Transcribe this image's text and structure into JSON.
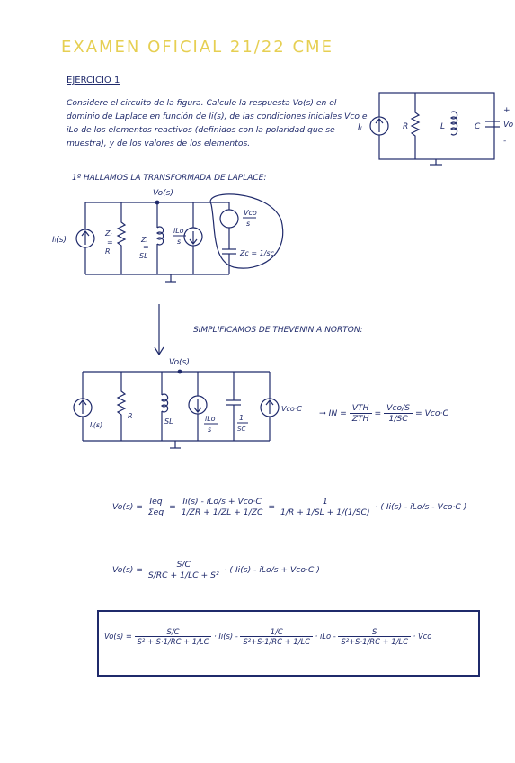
{
  "header": {
    "title": "EXAMEN OFICIAL 21/22 CME"
  },
  "exercise": {
    "heading": "EJERCICIO 1"
  },
  "problem": {
    "text": "Considere el circuito de la figura. Calcule la respuesta Vo(s) en el dominio de Laplace en función de Ii(s), de las condiciones iniciales Vco e iLo de los elementos reactivos (definidos con la polaridad que se muestra), y de los valores de los elementos."
  },
  "circuit1": {
    "source": "Iᵢ",
    "r": "R",
    "l": "L",
    "c": "C",
    "vo": "Vo",
    "plus": "+",
    "minus": "-"
  },
  "step1": {
    "label": "1º HALLAMOS LA TRANSFORMADA DE LAPLACE:"
  },
  "circuit2": {
    "node": "Vo(s)",
    "source": "Iᵢ(s)",
    "zr_top": "Zᵣ",
    "zr_eq": "=",
    "zr_val": "R",
    "zl_top": "Zₗ",
    "zl_eq": "=",
    "zl_val": "SL",
    "il_num": "iLo",
    "il_den": "s",
    "vc_num": "Vco",
    "vc_den": "s",
    "zc": "Zc = 1/sc"
  },
  "step2": {
    "label": "SIMPLIFICAMOS DE THEVENIN A NORTON:"
  },
  "circuit3": {
    "node": "Vo(s)",
    "source": "Iᵢ(s)",
    "r": "R",
    "l": "SL",
    "il_num": "iLo",
    "il_den": "s",
    "c_num": "1",
    "c_den": "SC",
    "vsrc": "Vco·C"
  },
  "norton": {
    "lhs": "→ IN = ",
    "n1": "VTH",
    "d1": "ZTH",
    "eq": " = ",
    "n2top": "Vco",
    "n2mid": "S",
    "d2": "1/SC",
    "tail": " = Vco·C"
  },
  "eq1": {
    "lhs": "Vo(s) = ",
    "n1": "Ieq",
    "d1": "Σeq",
    "eq1": " = ",
    "n2": "Ii(s) - iLo/s + Vco·C",
    "d2": "1/ZR + 1/ZL + 1/ZC",
    "eq2": " = ",
    "n3": "1",
    "d3": "1/R + 1/SL + 1/(1/SC)",
    "tail": " · ( Ii(s) - iLo/s - Vco·C )"
  },
  "eq2": {
    "lhs": "Vo(s) = ",
    "n1": "S/C",
    "d1": "S/RC + 1/LC + S²",
    "tail": " · ( Ii(s) - iLo/s + Vco·C )"
  },
  "eq3": {
    "lhs": "Vo(s) = ",
    "n1": "S/C",
    "d1": "S² + S·1/RC + 1/LC",
    "t1": " · Ii(s) - ",
    "n2": "1/C",
    "d2": "S²+S·1/RC + 1/LC",
    "t2": " · iLo - ",
    "n3": "S",
    "d3": "S²+S·1/RC + 1/LC",
    "t3": " · Vco"
  }
}
